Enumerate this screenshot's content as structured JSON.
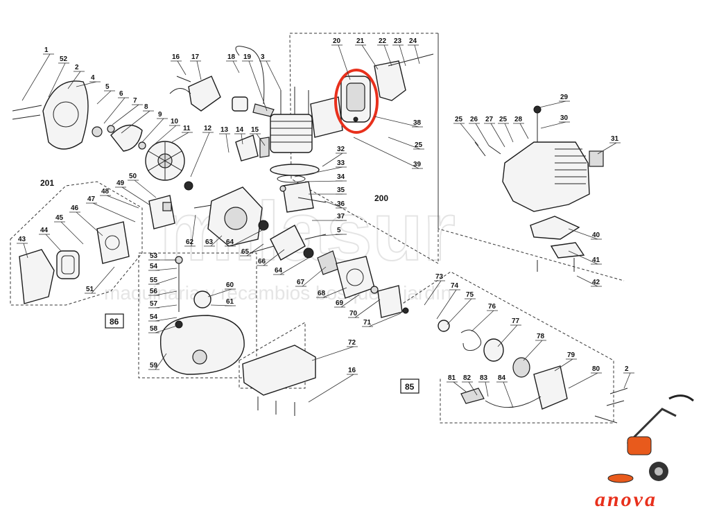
{
  "watermark": {
    "word": "milasur",
    "tagline": "maquinaria y recambios bosque & jardín"
  },
  "brand": {
    "name": "anova"
  },
  "highlight": {
    "color": "#e8301c",
    "part": "20"
  },
  "groups": [
    "201",
    "200",
    "86",
    "85"
  ],
  "labels": [
    "1",
    "52",
    "2",
    "4",
    "5",
    "6",
    "7",
    "8",
    "9",
    "10",
    "11",
    "12",
    "13",
    "14",
    "15",
    "16",
    "17",
    "18",
    "19",
    "3",
    "20",
    "21",
    "22",
    "23",
    "24",
    "38",
    "25",
    "39",
    "32",
    "33",
    "34",
    "35",
    "36",
    "37",
    "5",
    "29",
    "30",
    "25",
    "26",
    "27",
    "25",
    "28",
    "31",
    "40",
    "41",
    "42",
    "48",
    "49",
    "50",
    "47",
    "46",
    "45",
    "44",
    "43",
    "51",
    "62",
    "63",
    "64",
    "65",
    "66",
    "64",
    "67",
    "68",
    "69",
    "70",
    "71",
    "53",
    "54",
    "55",
    "56",
    "57",
    "54",
    "58",
    "60",
    "61",
    "59",
    "72",
    "16",
    "73",
    "74",
    "75",
    "76",
    "77",
    "78",
    "79",
    "80",
    "2",
    "81",
    "82",
    "83",
    "84"
  ]
}
